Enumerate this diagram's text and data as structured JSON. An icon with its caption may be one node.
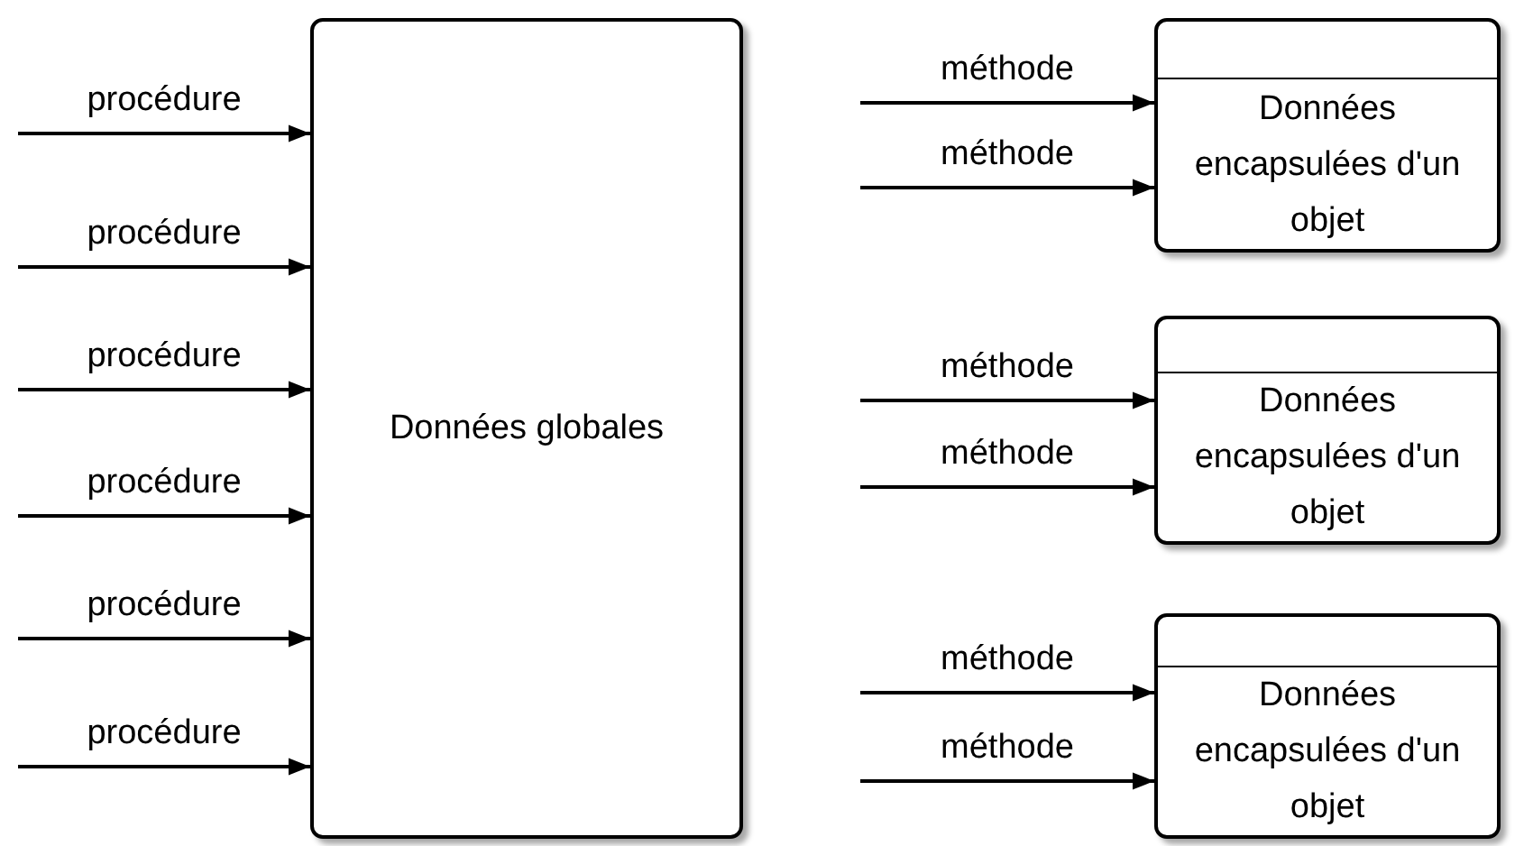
{
  "diagram": {
    "nodes": [
      {
        "text": [
          "Données globales"
        ]
      },
      {
        "text": [
          "Données encapsulées d'un objet"
        ]
      },
      {
        "text": [
          "Données encapsulées d'un objet"
        ]
      },
      {
        "text": [
          "Données encapsulées d'un objet"
        ]
      }
    ],
    "edges": [
      {
        "from": null,
        "to": 0,
        "arrow": "to",
        "label": "procédure"
      },
      {
        "from": null,
        "to": 0,
        "arrow": "to",
        "label": "procédure"
      },
      {
        "from": null,
        "to": 0,
        "arrow": "to",
        "label": "procédure"
      },
      {
        "from": null,
        "to": 0,
        "arrow": "to",
        "label": "procédure"
      },
      {
        "from": null,
        "to": 0,
        "arrow": "to",
        "label": "procédure"
      },
      {
        "from": null,
        "to": 0,
        "arrow": "to",
        "label": "procédure"
      },
      {
        "from": null,
        "to": 1,
        "arrow": "to",
        "label": "méthode"
      },
      {
        "from": null,
        "to": 1,
        "arrow": "to",
        "label": "méthode"
      },
      {
        "from": null,
        "to": 2,
        "arrow": "to",
        "label": "méthode"
      },
      {
        "from": null,
        "to": 2,
        "arrow": "to",
        "label": "méthode"
      },
      {
        "from": null,
        "to": 3,
        "arrow": "to",
        "label": "méthode"
      },
      {
        "from": null,
        "to": 3,
        "arrow": "to",
        "label": "méthode"
      }
    ]
  }
}
